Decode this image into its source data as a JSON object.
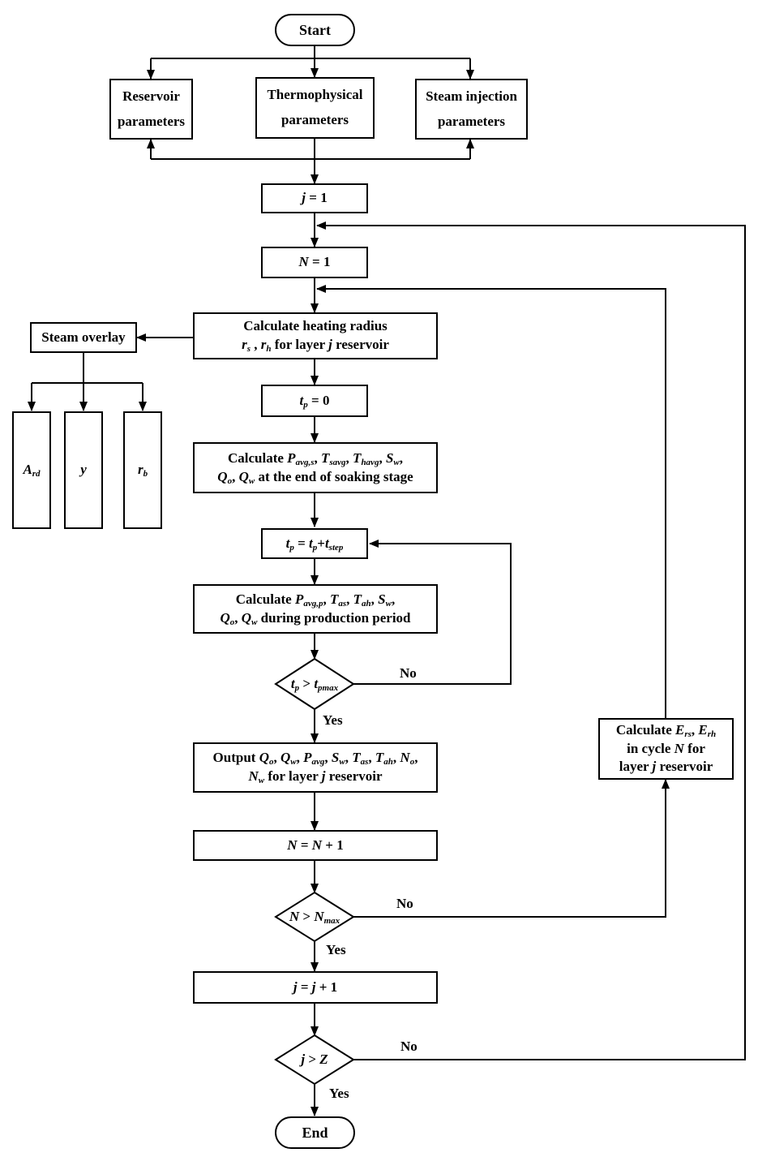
{
  "start": "Start",
  "end": "End",
  "inputs": {
    "reservoir_l1": "Reservoir",
    "reservoir_l2": "parameters",
    "thermo_l1": "Thermophysical",
    "thermo_l2": "parameters",
    "steam_l1": "Steam injection",
    "steam_l2": "parameters"
  },
  "init_j": {
    "var": "j",
    "rest": " = 1"
  },
  "init_n": {
    "var": "N",
    "rest": " = 1"
  },
  "heating": {
    "line1": "Calculate heating radius",
    "rs": "r",
    "rs_sub": "s",
    "sep": " , ",
    "rh": "r",
    "rh_sub": "h",
    "mid": " for layer ",
    "j": "j",
    "end": " reservoir"
  },
  "overlay": {
    "title": "Steam overlay",
    "ard": "A",
    "ard_sub": "rd",
    "y": "y",
    "rb": "r",
    "rb_sub": "b"
  },
  "tp0": {
    "t": "t",
    "sub": "p",
    "rest": " = 0"
  },
  "soak": {
    "calc": "Calculate ",
    "p": "P",
    "p_sub": "avg,s",
    "c1": ", ",
    "ts": "T",
    "ts_sub": "savg",
    "c2": ", ",
    "th": "T",
    "th_sub": "havg",
    "c3": ", ",
    "sw": "S",
    "sw_sub": "w",
    "c4": ",",
    "qo": "Q",
    "qo_sub": "o",
    "c5": ", ",
    "qw": "Q",
    "qw_sub": "w",
    "tail": " at the end of soaking stage"
  },
  "step": {
    "t1": "t",
    "t1_sub": "p",
    "eq": " = ",
    "t2": "t",
    "t2_sub": "p",
    "plus": "+",
    "t3": "t",
    "t3_sub": "step"
  },
  "prod": {
    "calc": "Calculate ",
    "p": "P",
    "p_sub": "avg,p",
    "c1": ", ",
    "tas": "T",
    "tas_sub": "as",
    "c2": ", ",
    "tah": "T",
    "tah_sub": "ah",
    "c3": ", ",
    "sw": "S",
    "sw_sub": "w",
    "c4": ",",
    "qo": "Q",
    "qo_sub": "o",
    "c5": ", ",
    "qw": "Q",
    "qw_sub": "w",
    "tail": " during production period"
  },
  "dec_tp": {
    "t": "t",
    "t_sub": "p",
    "gt": " > ",
    "tm": "t",
    "tm_sub": "pmax"
  },
  "output": {
    "out": "Output ",
    "qo": "Q",
    "qo_sub": "o",
    "c1": ", ",
    "qw": "Q",
    "qw_sub": "w",
    "c2": ", ",
    "p": "P",
    "p_sub": "avg",
    "c3": ", ",
    "sw": "S",
    "sw_sub": "w",
    "c4": ", ",
    "tas": "T",
    "tas_sub": "as",
    "c5": ", ",
    "tah": "T",
    "tah_sub": "ah",
    "c6": ", ",
    "no": "N",
    "no_sub": "o",
    "c7": ",",
    "nw": "N",
    "nw_sub": "w",
    "mid": " for layer ",
    "j": "j",
    "end": " reservoir"
  },
  "incr_n": {
    "n1": "N",
    "eq": " = ",
    "n2": "N",
    "rest": " + 1"
  },
  "dec_n": {
    "n": "N",
    "gt": " > ",
    "nm": "N",
    "nm_sub": "max"
  },
  "incr_j": {
    "j1": "j",
    "eq": " = ",
    "j2": "j",
    "rest": " + 1"
  },
  "dec_j": {
    "j": "j",
    "gt": " > ",
    "z": "Z"
  },
  "energy": {
    "calc": "Calculate ",
    "ers": "E",
    "ers_sub": "rs",
    "c1": ", ",
    "erh": "E",
    "erh_sub": "rh",
    "cyc": "in cycle ",
    "n": "N",
    "for": " for",
    "layer": "layer ",
    "j": "j",
    "end": " reservoir"
  },
  "labels": {
    "no1": "No",
    "yes1": "Yes",
    "no2": "No",
    "yes2": "Yes",
    "no3": "No",
    "yes3": "Yes"
  }
}
